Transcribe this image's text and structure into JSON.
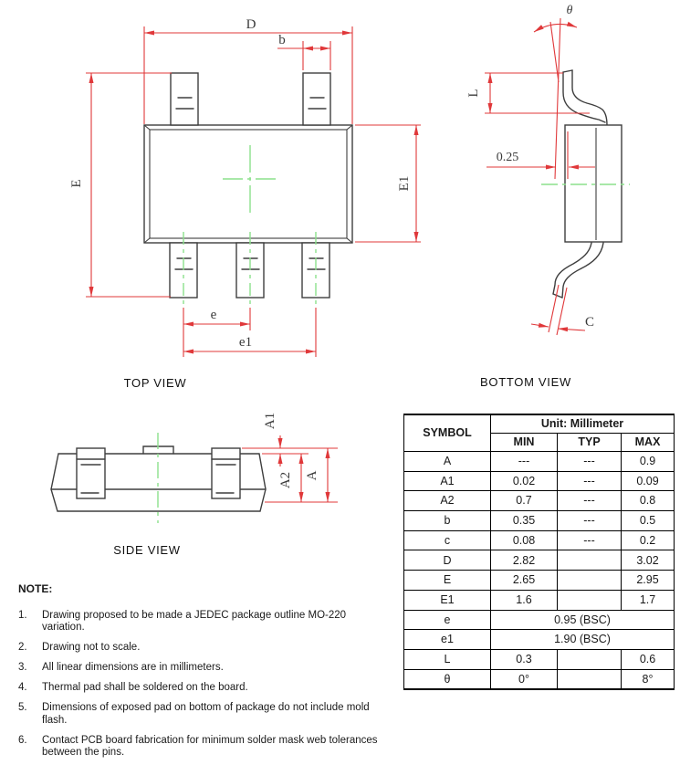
{
  "drawing": {
    "top_view": {
      "caption": "TOP VIEW",
      "labels": {
        "D": "D",
        "b": "b",
        "E": "E",
        "E1": "E1",
        "e": "e",
        "e1": "e1"
      }
    },
    "bottom_view": {
      "caption": "BOTTOM VIEW",
      "labels": {
        "theta": "θ",
        "L": "L",
        "gauge": "0.25",
        "C": "C"
      }
    },
    "side_view": {
      "caption": "SIDE VIEW",
      "labels": {
        "A1": "A1",
        "A2": "A2",
        "A": "A"
      }
    }
  },
  "table": {
    "symbol_header": "SYMBOL",
    "unit_header": "Unit: Millimeter",
    "col_headers": [
      "MIN",
      "TYP",
      "MAX"
    ],
    "rows": [
      {
        "symbol": "A",
        "min": "---",
        "typ": "---",
        "max": "0.9"
      },
      {
        "symbol": "A1",
        "min": "0.02",
        "typ": "---",
        "max": "0.09"
      },
      {
        "symbol": "A2",
        "min": "0.7",
        "typ": "---",
        "max": "0.8"
      },
      {
        "symbol": "b",
        "min": "0.35",
        "typ": "---",
        "max": "0.5"
      },
      {
        "symbol": "c",
        "min": "0.08",
        "typ": "---",
        "max": "0.2"
      },
      {
        "symbol": "D",
        "min": "2.82",
        "typ": "",
        "max": "3.02"
      },
      {
        "symbol": "E",
        "min": "2.65",
        "typ": "",
        "max": "2.95"
      },
      {
        "symbol": "E1",
        "min": "1.6",
        "typ": "",
        "max": "1.7"
      },
      {
        "symbol": "e",
        "span": "0.95 (BSC)"
      },
      {
        "symbol": "e1",
        "span": "1.90 (BSC)"
      },
      {
        "symbol": "L",
        "min": "0.3",
        "typ": "",
        "max": "0.6"
      },
      {
        "symbol": "θ",
        "min": "0°",
        "typ": "",
        "max": "8°"
      }
    ]
  },
  "notes": {
    "title": "NOTE:",
    "items": [
      {
        "num": "1.",
        "text": "Drawing proposed to be made a JEDEC package outline MO-220 variation."
      },
      {
        "num": "2.",
        "text": "Drawing not to scale."
      },
      {
        "num": "3.",
        "text": "All linear dimensions are in millimeters."
      },
      {
        "num": "4.",
        "text": "Thermal pad shall be soldered on the board."
      },
      {
        "num": "5.",
        "text": "Dimensions of exposed pad on bottom of package do not include mold flash."
      },
      {
        "num": "6.",
        "text": "Contact PCB board fabrication for minimum solder mask web tolerances between the pins."
      }
    ]
  },
  "colors": {
    "dimension": "#e0383a",
    "centerline": "#8ce08c",
    "line_art": "#3e3e3e"
  }
}
